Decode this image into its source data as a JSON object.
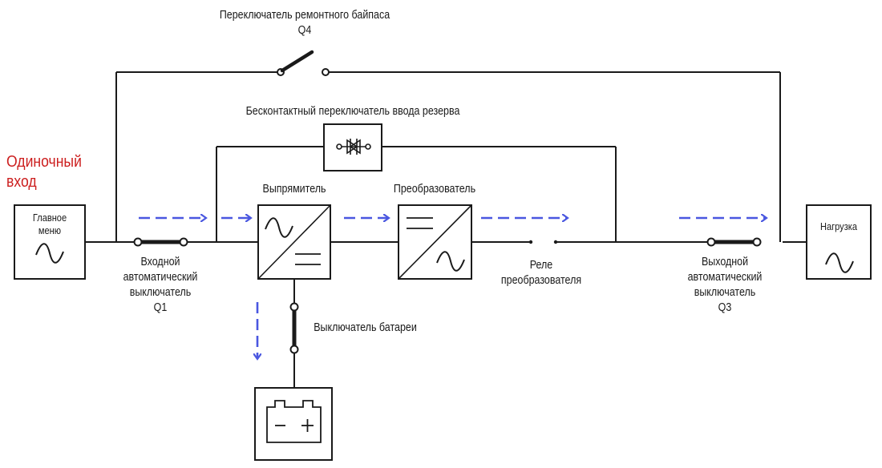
{
  "title": {
    "line1": "Одиночный",
    "line2": "вход"
  },
  "bypass_switch": {
    "line1": "Переключатель ремонтного байпаса",
    "line2": "Q4"
  },
  "static_switch": {
    "label": "Бесконтактный переключатель ввода резерва"
  },
  "main_input": {
    "line1": "Главное",
    "line2": "меню"
  },
  "rectifier": {
    "label": "Выпрямитель"
  },
  "inverter": {
    "label": "Преобразователь"
  },
  "input_breaker": {
    "line1": "Входной",
    "line2": "автоматический",
    "line3": "выключатель",
    "line4": "Q1"
  },
  "inverter_relay": {
    "line1": "Реле",
    "line2": "преобразователя"
  },
  "battery_switch": {
    "label": "Выключатель батареи"
  },
  "output_breaker": {
    "line1": "Выходной",
    "line2": "автоматический",
    "line3": "выключатель",
    "line4": "Q3"
  },
  "load": {
    "label": "Нагрузка"
  },
  "colors": {
    "wire": "#1a1a1a",
    "flow_arrow": "#4a57e0",
    "title": "#cc1f1f"
  }
}
